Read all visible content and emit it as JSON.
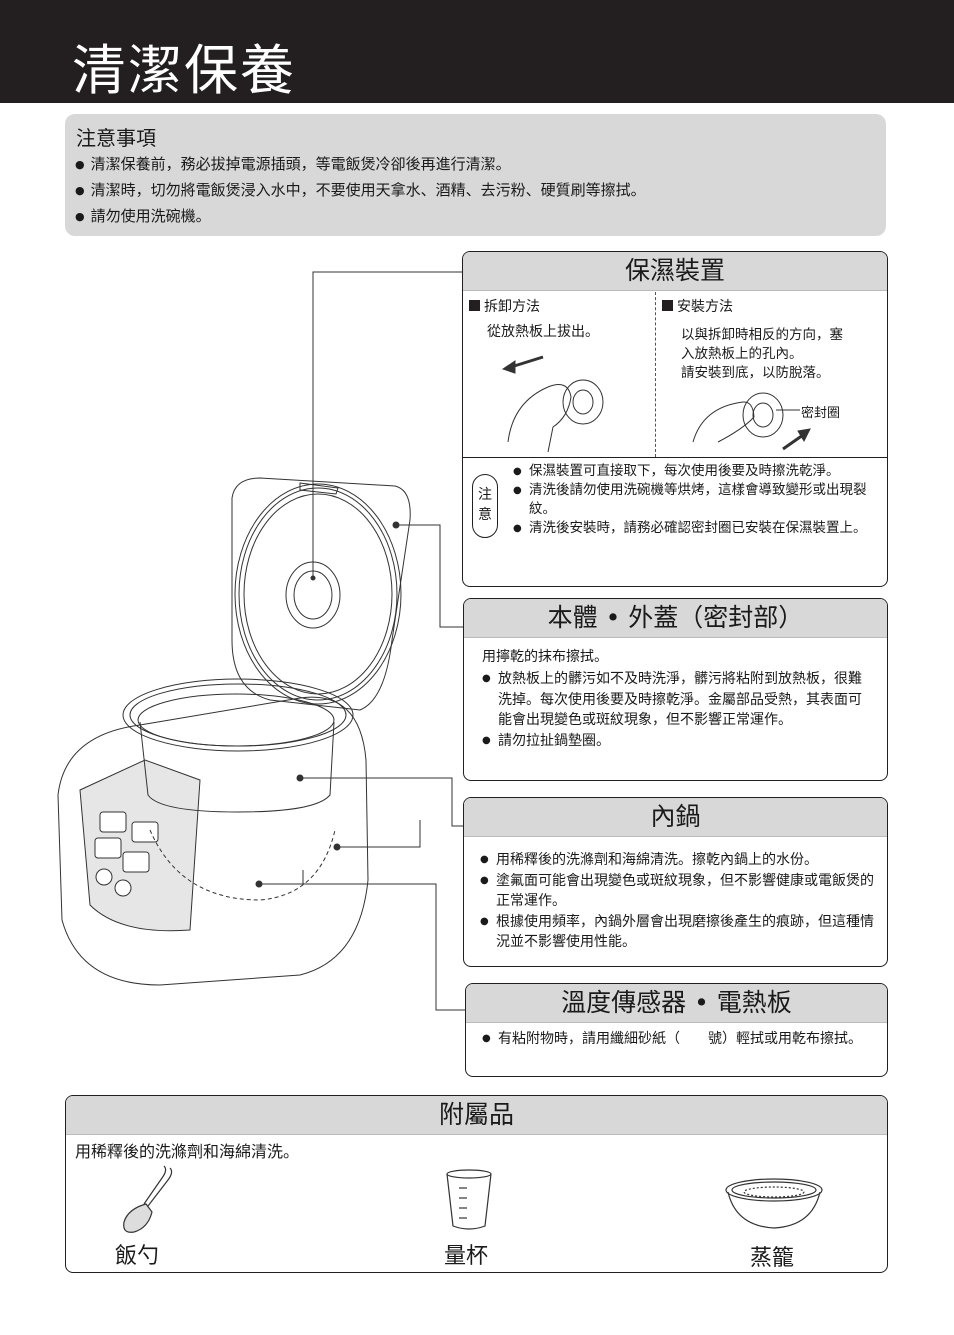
{
  "page_title": "清潔保養",
  "notice": {
    "title": "注意事項",
    "items": [
      "清潔保養前，務必拔掉電源插頭，等電飯煲冷卻後再進行清潔。",
      "清潔時，切勿將電飯煲浸入水中，不要使用天拿水、酒精、去污粉、硬質刷等擦拭。",
      "請勿使用洗碗機。"
    ]
  },
  "humidity": {
    "title": "保濕裝置",
    "remove_title": "拆卸方法",
    "remove_text": "從放熱板上拔出。",
    "install_title": "安裝方法",
    "install_text_1": "以與拆卸時相反的方向，塞",
    "install_text_2": "入放熱板上的孔內。",
    "install_text_3": "請安裝到底，以防脫落。",
    "seal_label": "密封圈",
    "caution_label_1": "注",
    "caution_label_2": "意",
    "cautions": [
      "保濕裝置可直接取下，每次使用後要及時擦洗乾淨。",
      "清洗後請勿使用洗碗機等烘烤，這樣會導致變形或出現裂紋。",
      "清洗後安裝時，請務必確認密封圈已安裝在保濕裝置上。"
    ]
  },
  "body_lid": {
    "title": "本體 • 外蓋（密封部）",
    "intro": "用擰乾的抹布擦拭。",
    "items": [
      "放熱板上的髒污如不及時洗淨，髒污將粘附到放熱板，很難洗掉。每次使用後要及時擦乾淨。金屬部品受熱，其表面可能會出現變色或斑紋現象，但不影響正常運作。",
      "請勿拉扯鍋墊圈。"
    ]
  },
  "inner_pot": {
    "title": "內鍋",
    "items": [
      "用稀釋後的洗滌劑和海綿清洗。擦乾內鍋上的水份。",
      "塗氟面可能會出現變色或斑紋現象，但不影響健康或電飯煲的正常運作。",
      "根據使用頻率，內鍋外層會出現磨擦後產生的痕跡，但這種情況並不影響使用性能。"
    ]
  },
  "sensor": {
    "title": "溫度傳感器 • 電熱板",
    "items": [
      "有粘附物時，請用纖細砂紙（　　號）輕拭或用乾布擦拭。"
    ]
  },
  "accessories": {
    "title": "附屬品",
    "intro": "用稀釋後的洗滌劑和海綿清洗。",
    "items": [
      "飯勺",
      "量杯",
      "蒸籠"
    ]
  }
}
